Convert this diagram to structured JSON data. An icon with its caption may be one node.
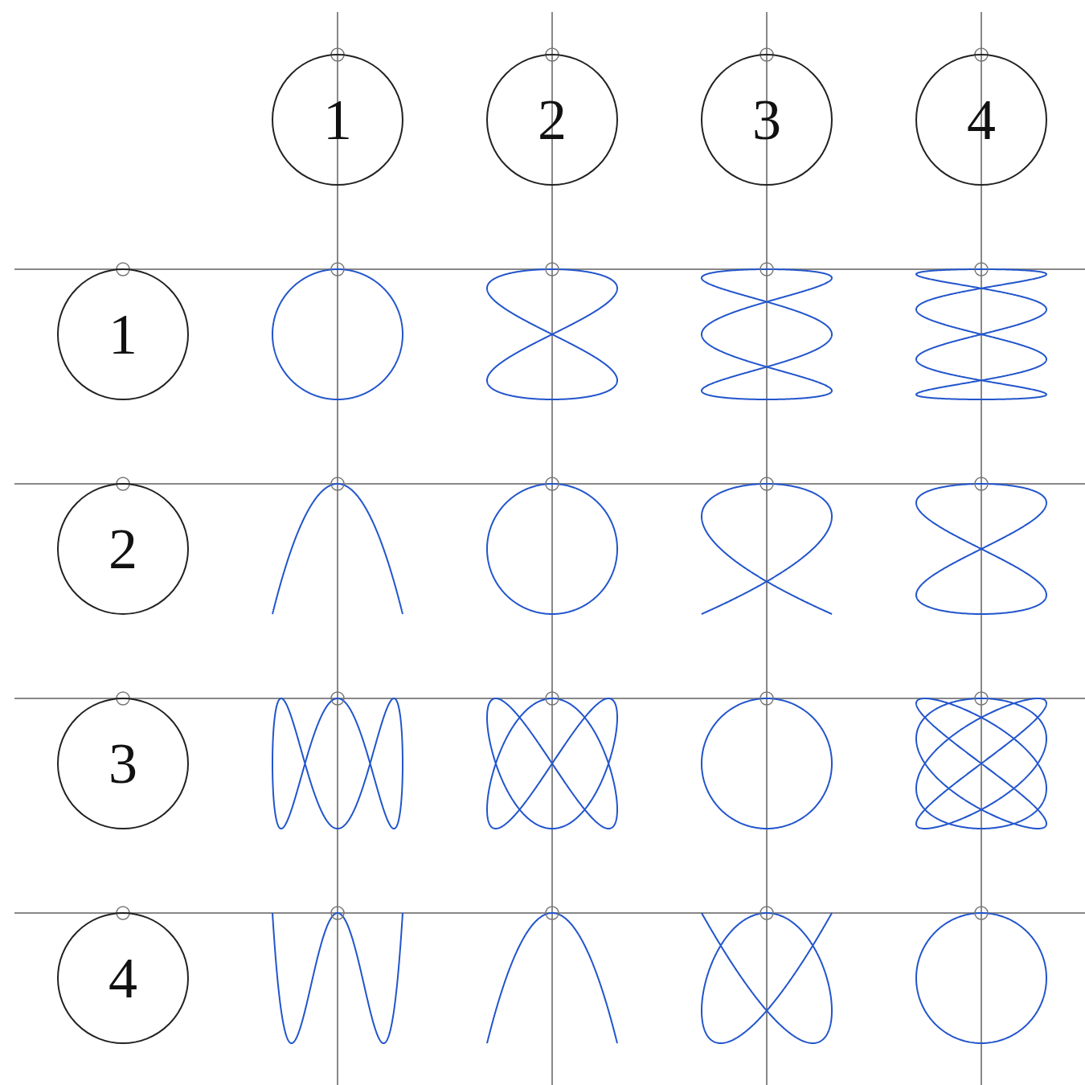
{
  "diagram": {
    "nodes": [
      {
        "text": [
          "1"
        ]
      },
      {
        "text": [
          "2"
        ]
      },
      {
        "text": [
          "3"
        ]
      },
      {
        "text": [
          "4"
        ]
      },
      {
        "text": [
          "1"
        ]
      },
      {
        "text": [
          "2"
        ]
      },
      {
        "text": [
          "3"
        ]
      },
      {
        "text": [
          "4"
        ]
      }
    ]
  }
}
